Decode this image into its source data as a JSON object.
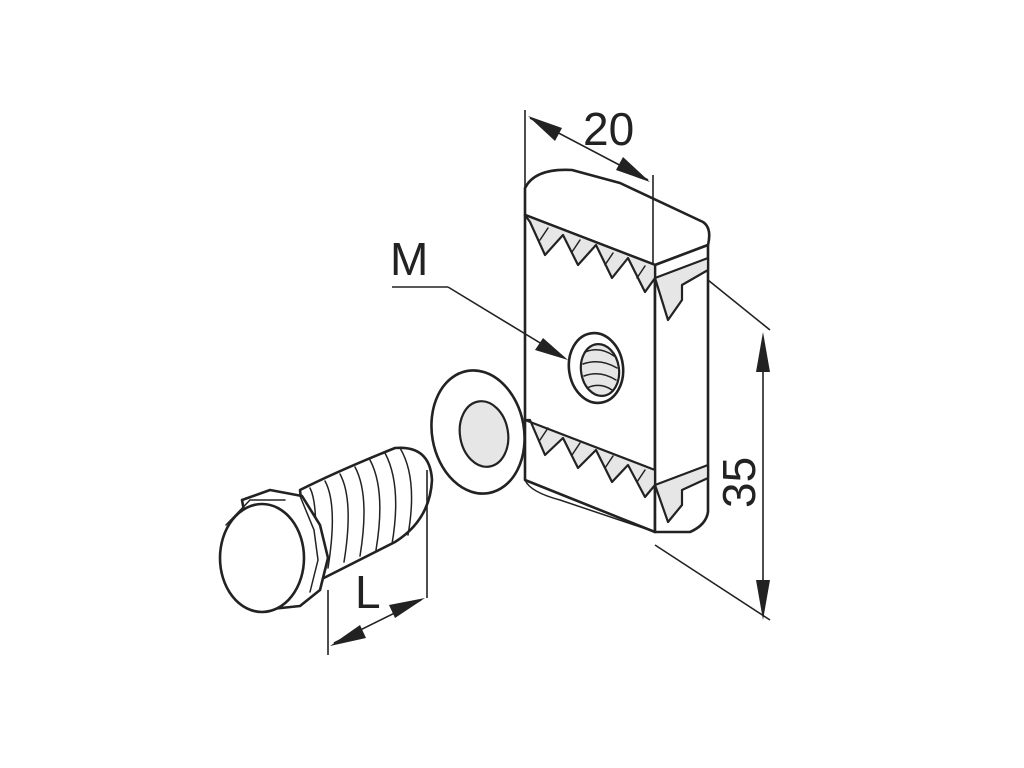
{
  "diagram": {
    "labels": {
      "width": "20",
      "height": "35",
      "thread": "M",
      "length": "L"
    },
    "colors": {
      "line": "#222222",
      "shade": "#e6e6e6",
      "background": "#ffffff"
    }
  }
}
